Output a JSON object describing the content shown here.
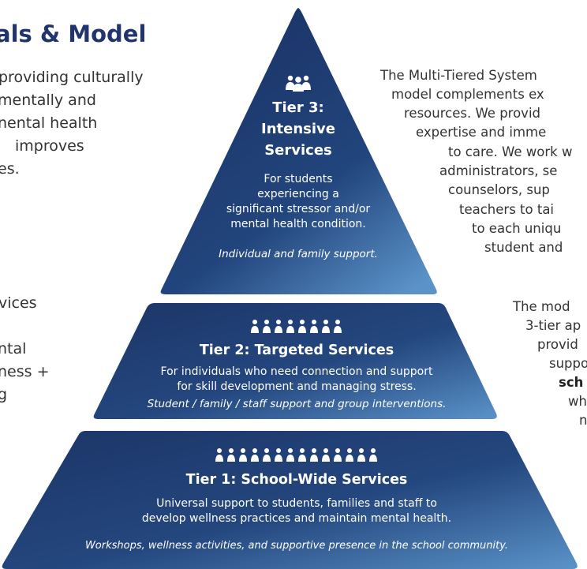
{
  "left_column": {
    "heading": "als & Model",
    "lines1": [
      "providing culturally",
      "mentally and",
      "nental health",
      "improves",
      "es."
    ],
    "lines2": [
      "vices",
      "",
      "ntal",
      "ness +",
      "g"
    ]
  },
  "right_column": {
    "para1": [
      "The Multi-Tiered System",
      "model complements ex",
      "resources. We provid",
      "expertise and imme",
      "to care. We work w",
      "administrators, se",
      "counselors, sup",
      "teachers to tai",
      "to each uniqu",
      "student and"
    ],
    "para2": [
      "The mod",
      "3-tier ap",
      "provid",
      "suppo",
      "sch",
      "wh",
      "n"
    ]
  },
  "tiers": [
    {
      "id": "tier3",
      "title_lines": [
        "Tier 3:",
        "Intensive",
        "Services"
      ],
      "description_lines": [
        "For students",
        "experiencing a",
        "significant stressor and/or",
        "mental health condition."
      ],
      "example": "Individual and family support.",
      "icon": "people-group-icon",
      "people_count": 3
    },
    {
      "id": "tier2",
      "title": "Tier 2: Targeted Services",
      "description_lines": [
        "For individuals who need connection and support",
        "for skill development and managing stress."
      ],
      "example": "Student / family / staff support and group interventions.",
      "icon": "people-group-icon",
      "people_count": 8
    },
    {
      "id": "tier1",
      "title": "Tier 1: School-Wide Services",
      "description_lines": [
        "Universal support to students, families and staff to",
        "develop wellness practices and maintain mental health."
      ],
      "example": "Workshops, wellness activities, and supportive presence in the school community.",
      "icon": "people-group-icon",
      "people_count": 14
    }
  ],
  "colors": {
    "heading": "#20346d",
    "tier_dark": "#1f3a6e",
    "tier_light": "#4f86be",
    "text": "#333333"
  }
}
